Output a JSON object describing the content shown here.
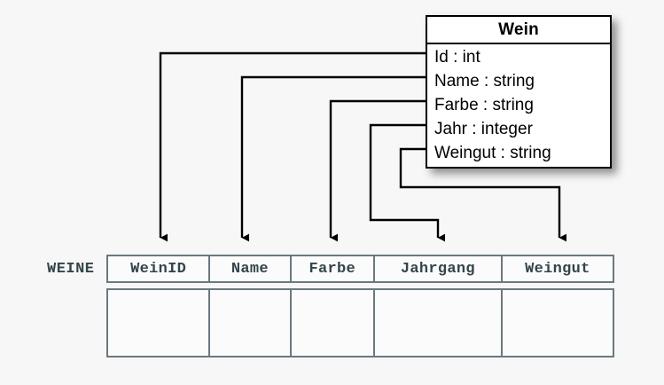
{
  "diagram": {
    "kind": "uml-class-to-relational-table-mapping",
    "background_color": "#f7f7f7",
    "uml_class": {
      "name": "Wein",
      "attributes": [
        {
          "name": "Id",
          "type": "int",
          "text": "Id : int"
        },
        {
          "name": "Name",
          "type": "string",
          "text": "Name : string"
        },
        {
          "name": "Farbe",
          "type": "string",
          "text": "Farbe : string"
        },
        {
          "name": "Jahr",
          "type": "integer",
          "text": "Jahr : integer"
        },
        {
          "name": "Weingut",
          "type": "string",
          "text": "Weingut : string"
        }
      ],
      "border_color": "#000000",
      "fill_color": "#ffffff"
    },
    "relation": {
      "label": "WEINE",
      "columns": [
        {
          "header": "WeinID"
        },
        {
          "header": "Name"
        },
        {
          "header": "Farbe"
        },
        {
          "header": "Jahrgang"
        },
        {
          "header": "Weingut"
        }
      ],
      "rows": [
        [
          "",
          "",
          "",
          "",
          ""
        ]
      ],
      "border_color": "#6a797e",
      "text_color": "#33454b"
    },
    "mappings": [
      {
        "from": "Id",
        "to": "WeinID"
      },
      {
        "from": "Name",
        "to": "Name"
      },
      {
        "from": "Farbe",
        "to": "Farbe"
      },
      {
        "from": "Jahr",
        "to": "Jahrgang"
      },
      {
        "from": "Weingut",
        "to": "Weingut"
      }
    ],
    "connector_color": "#000000"
  }
}
